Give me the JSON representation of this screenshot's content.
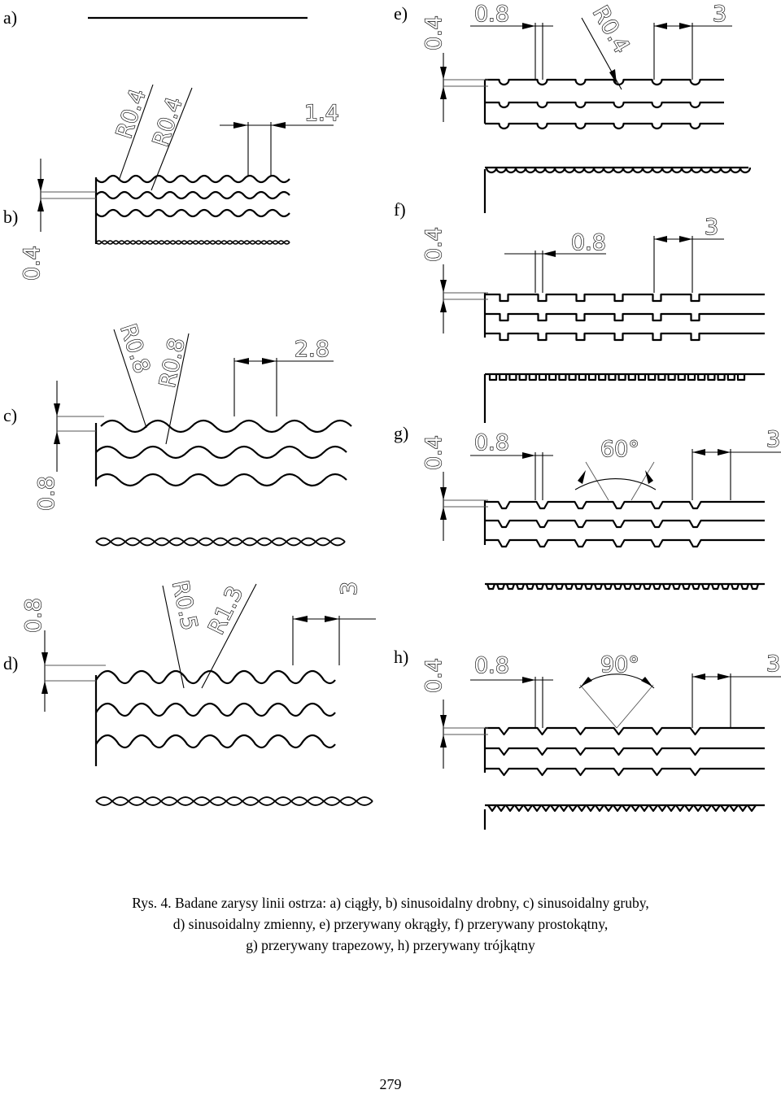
{
  "panel_labels": {
    "a": "a)",
    "b": "b)",
    "c": "c)",
    "d": "d)",
    "e": "e)",
    "f": "f)",
    "g": "g)",
    "h": "h)"
  },
  "dimensions": {
    "b": {
      "pitch": "1.4",
      "radius_1": "R0.4",
      "radius_2": "R0.4",
      "height": "0.4"
    },
    "c": {
      "pitch": "2.8",
      "radius_1": "R0.8",
      "radius_2": "R0.8",
      "height": "0.8"
    },
    "d": {
      "pitch": "3",
      "radius_1": "R0.5",
      "radius_2": "R1.3",
      "height": "0.8"
    },
    "e": {
      "width": "0.8",
      "radius": "R0.4",
      "pitch": "3",
      "height": "0.4"
    },
    "f": {
      "width": "0.8",
      "pitch": "3",
      "height": "0.4"
    },
    "g": {
      "width": "0.8",
      "angle": "60°",
      "pitch": "3",
      "height": "0.4"
    },
    "h": {
      "width": "0.8",
      "angle": "90°",
      "pitch": "3",
      "height": "0.4"
    }
  },
  "caption": {
    "line1": "Rys. 4. Badane zarysy linii ostrza: a) ciągły, b) sinusoidalny drobny, c) sinusoidalny gruby,",
    "line2": "d) sinusoidalny zmienny, e) przerywany okrągły, f) przerywany prostokątny,",
    "line3": "g) przerywany trapezowy, h) przerywany trójkątny"
  },
  "page_number": "279"
}
